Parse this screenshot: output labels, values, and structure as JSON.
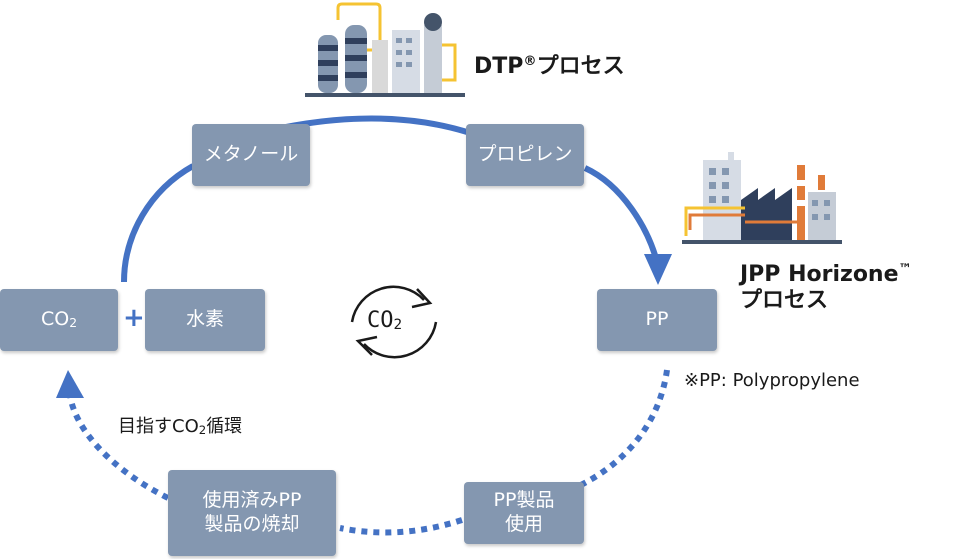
{
  "nodes": {
    "methanol": "メタノール",
    "propylene": "プロピレン",
    "co2_prefix": "CO",
    "co2_sub": "2",
    "hydrogen": "水素",
    "pp": "PP",
    "pp_products_line1": "PP製品",
    "pp_products_line2": "使用",
    "used_pp_line1": "使用済みPP",
    "used_pp_line2": "製品の焼却"
  },
  "labels": {
    "dtp_prefix": "DTP",
    "dtp_reg": "®",
    "dtp_suffix": "プロセス",
    "jpp_line1_prefix": "JPP Horizone",
    "jpp_tm": "™",
    "jpp_line2": "プロセス",
    "pp_note": "※PP: Polypropylene",
    "cycle_prefix": "目指すCO",
    "cycle_sub": "2",
    "cycle_suffix": "循環",
    "plus": "+",
    "center_co": "CO",
    "center_sub": "2"
  },
  "colors": {
    "arrow": "#4472c4",
    "node": "#8497b0",
    "factory_dark": "#44546a",
    "pipe_yellow": "#f5c332",
    "pipe_orange": "#e07b39"
  },
  "icons": [
    "chemical-plant-icon",
    "factory-icon",
    "co2-recycle-icon"
  ]
}
